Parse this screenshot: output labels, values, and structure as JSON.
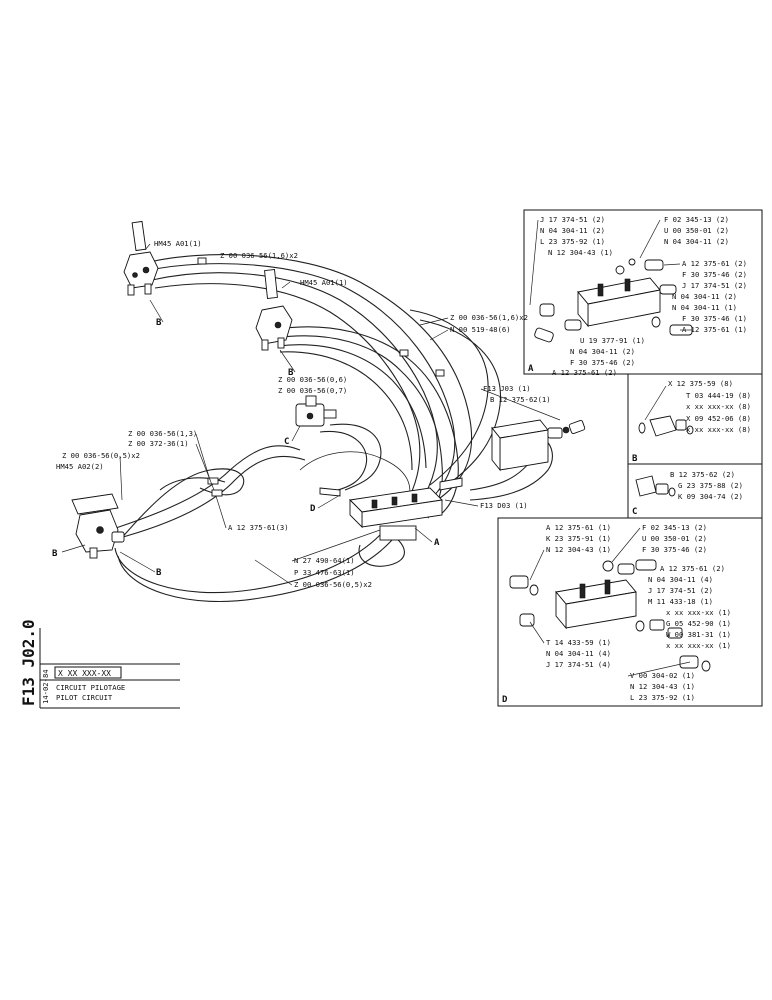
{
  "main_diagram": {
    "labels_top": [
      "HM45 A01(1)",
      "Z 00 036-56(1,6)x2",
      "HM45 A01(1)",
      "Z 00 036-56(1,6)x2",
      "N 00 519-48(6)",
      "Z 00 036-56(0,6)",
      "Z 00 036-56(0,7)",
      "F13 J03 (1)",
      "B 12 375-62(1)",
      "Z 00 036-56(1,3)",
      "Z 00 372-36(1)",
      "Z 00 036-56(0,5)x2",
      "HM45 A02(2)",
      "A 12 375-61(3)",
      "F13 D03 (1)",
      "N 27 490-64(1)",
      "P 33 476-63(1)",
      "Z 00 036-56(0,5)x2"
    ],
    "letters": [
      "B",
      "B",
      "C",
      "D",
      "A",
      "B",
      "B"
    ]
  },
  "detail_a": {
    "letter": "A",
    "left_labels": [
      "J 17 374-51 (2)",
      "N 04 304-11 (2)",
      "L 23 375-92 (1)",
      "N 12 304-43 (1)"
    ],
    "right_labels": [
      "F 02 345-13 (2)",
      "U 00 350-01 (2)",
      "N 04 304-11 (2)",
      "A 12 375-61 (2)",
      "F 30 375-46 (2)",
      "J 17 374-51 (2)",
      "N 04 304-11 (2)",
      "N 04 304-11 (1)",
      "F 30 375-46 (1)",
      "A 12 375-61 (1)"
    ],
    "bottom_labels": [
      "U 19 377-91 (1)",
      "N 04 304-11 (2)",
      "F 30 375-46 (2)",
      "A 12 375-61 (2)"
    ]
  },
  "detail_b": {
    "letter": "B",
    "labels": [
      "X 12 375-59 (8)",
      "T 03 444-19 (8)",
      "x xx xxx-xx (8)",
      "X 09 452-06 (8)",
      "x xx xxx-xx (8)"
    ]
  },
  "detail_c": {
    "letter": "C",
    "labels": [
      "B 12 375-62 (2)",
      "G 23 375-88 (2)",
      "K 09 304-74 (2)"
    ]
  },
  "detail_d": {
    "letter": "D",
    "left_labels": [
      "A 12 375-61 (1)",
      "K 23 375-91 (1)",
      "N 12 304-43 (1)"
    ],
    "right_labels": [
      "F 02 345-13 (2)",
      "U 00 350-01 (2)",
      "F 30 375-46 (2)",
      "A 12 375-61 (2)",
      "N 04 304-11 (4)",
      "J 17 374-51 (2)",
      "M 11 433-18 (1)",
      "x xx xxx-xx (1)",
      "G 05 452-90 (1)",
      "W 00 381-31 (1)",
      "x xx xxx-xx (1)"
    ],
    "bottom_left_labels": [
      "T 14 433-59 (1)",
      "N 04 304-11 (4)",
      "J 17 374-51 (4)"
    ],
    "bottom_right_labels": [
      "V 00 304-02 (1)",
      "N 12 304-43 (1)",
      "L 23 375-92 (1)"
    ]
  },
  "title_block": {
    "code": "F13 J02.0",
    "part_no": "X XX XXX-XX",
    "date": "14-02-84",
    "title_fr": "CIRCUIT PILOTAGE",
    "title_en": "PILOT CIRCUIT"
  }
}
